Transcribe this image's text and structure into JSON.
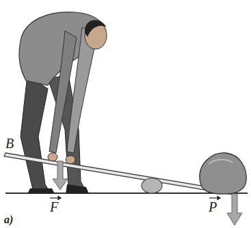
{
  "diagram": {
    "labels": [
      "B",
      "F",
      "P",
      "a)"
    ]
  }
}
